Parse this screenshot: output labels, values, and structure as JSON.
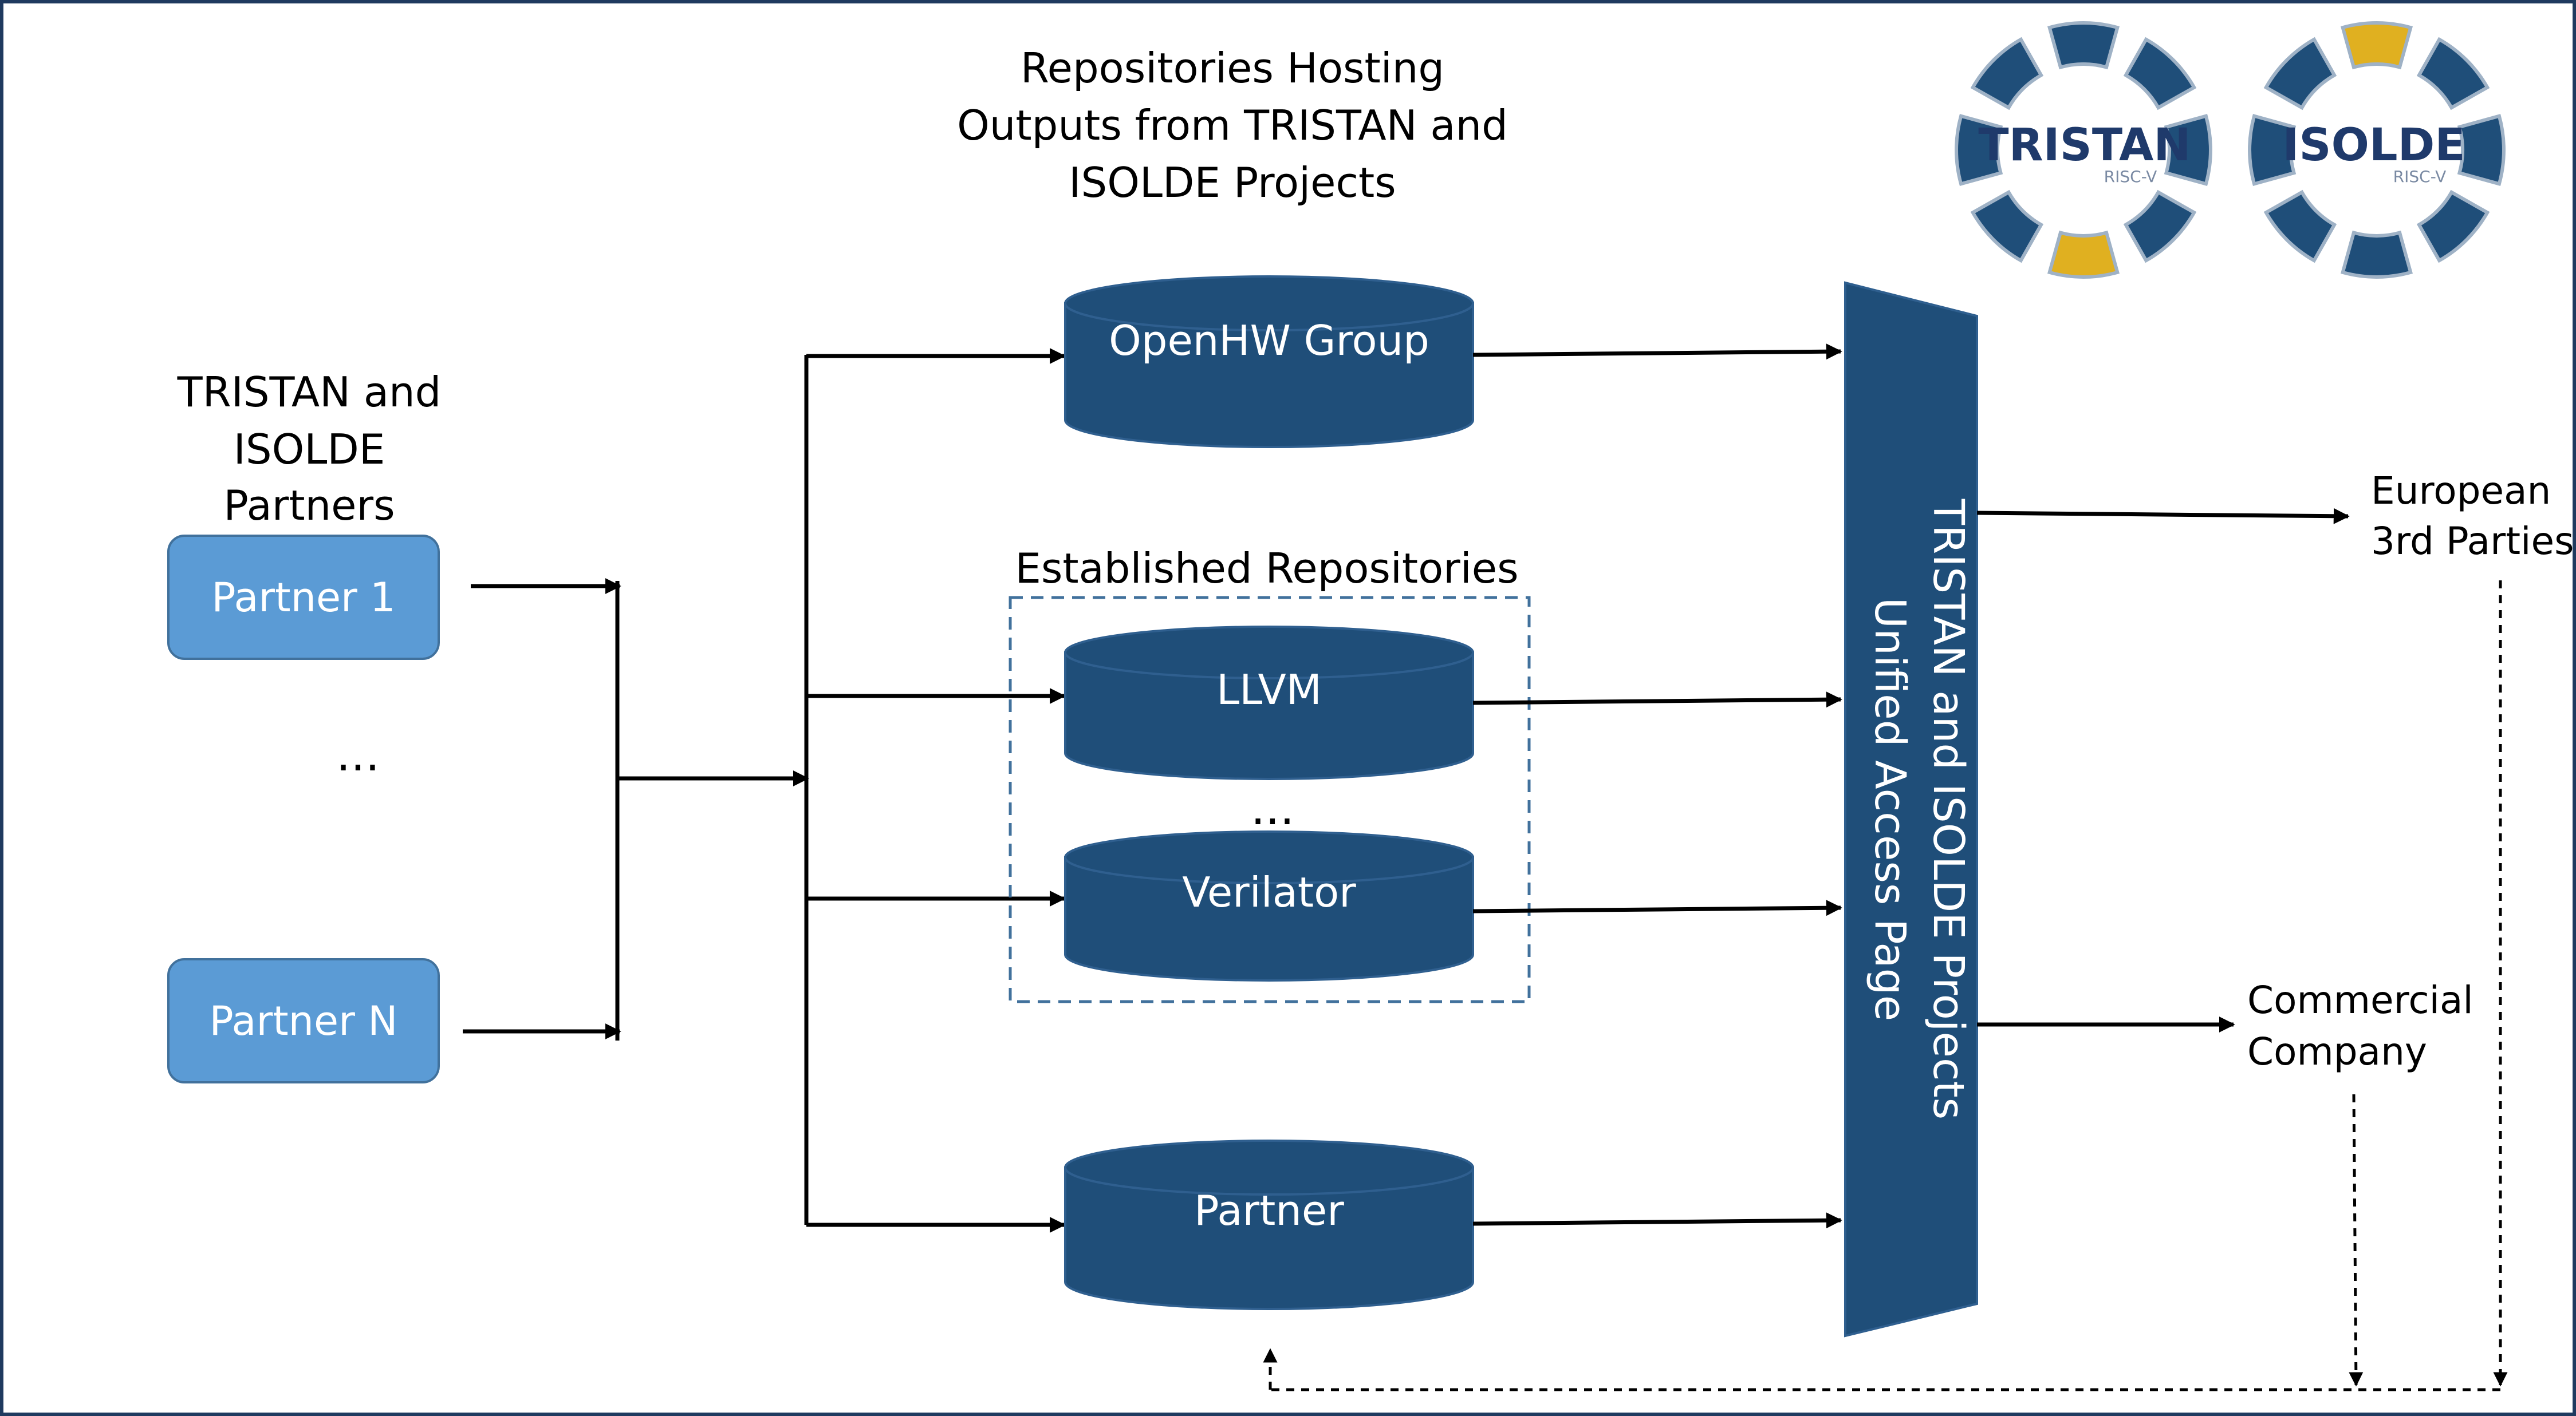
{
  "diagram": {
    "partners_heading": [
      "TRISTAN and",
      "ISOLDE",
      "Partners"
    ],
    "partner_first": "Partner 1",
    "partner_ellipsis": "...",
    "partner_last": "Partner N",
    "hosting_heading": [
      "Repositories Hosting",
      "Outputs from TRISTAN and",
      "ISOLDE Projects"
    ],
    "established_heading": "Established Repositories",
    "repos": {
      "openhw": "OpenHW Group",
      "llvm": "LLVM",
      "ellipsis": "...",
      "verilator": "Verilator",
      "partner": "Partner"
    },
    "access_page": [
      "TRISTAN and ISOLDE Projects",
      "Unified Access Page"
    ],
    "european": [
      "European",
      "3rd Parties"
    ],
    "commercial": [
      "Commercial",
      "Company"
    ]
  },
  "logos": {
    "tristan": {
      "name": "TRISTAN",
      "sub": "RISC-V"
    },
    "isolde": {
      "name": "ISOLDE",
      "sub": "RISC-V"
    }
  },
  "colors": {
    "partner_box": "#5b9bd5",
    "repo": "#1f4e79",
    "access_page": "#1f4e79",
    "logo_gold": "#e0b020"
  }
}
